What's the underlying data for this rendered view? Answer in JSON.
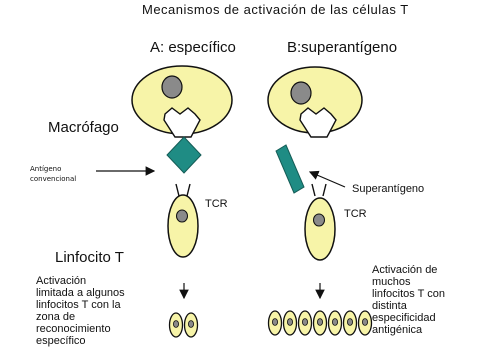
{
  "header": {
    "title": "Mecanismos de activación de las células T"
  },
  "columns": {
    "a": {
      "title": "A: específico"
    },
    "b": {
      "title": "B:superantígeno"
    }
  },
  "labels": {
    "macrophage": "Macrófago",
    "antigen": [
      "Antígeno",
      "convencional"
    ],
    "superantigen": "Superantígeno",
    "tcr_a": "TCR",
    "tcr_b": "TCR",
    "lymphocyte": "Linfocito T"
  },
  "notes": {
    "a": [
      "Activación",
      "limitada a algunos",
      "linfocitos T con la",
      "zona de",
      "reconocimiento",
      "específico"
    ],
    "b": [
      "Activación de",
      "muchos",
      "linfocitos T con",
      "distinta",
      "especificidad",
      "antigénica"
    ]
  },
  "colors": {
    "cell_fill": "#f7f4a8",
    "outline": "#111111",
    "nucleus": "#8a8a8a",
    "antigen": "#1f8c84"
  },
  "daughter_cells": {
    "a": 2,
    "b": 7
  }
}
